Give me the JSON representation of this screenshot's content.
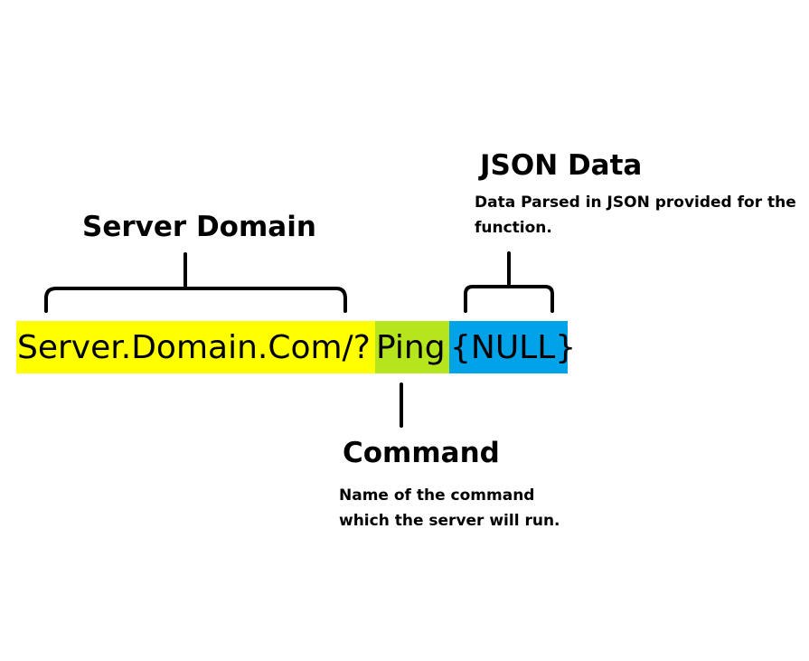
{
  "url": {
    "domain_text": "Server.Domain.Com/?",
    "command_text": "Ping",
    "data_text": "{NULL}"
  },
  "labels": {
    "server_domain": {
      "title": "Server Domain"
    },
    "command": {
      "title": "Command",
      "description": "Name of the command which the server will run."
    },
    "json_data": {
      "title": "JSON Data",
      "description": "Data Parsed in JSON provided for the function."
    }
  },
  "colors": {
    "domain_highlight": "#ffff00",
    "command_highlight": "#b5e61d",
    "data_highlight": "#00a2e8",
    "ink": "#000000"
  }
}
